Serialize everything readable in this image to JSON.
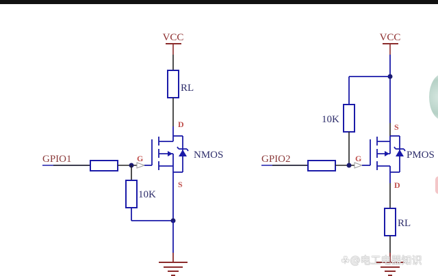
{
  "colors": {
    "wire": "#1a1aa8",
    "wire_dark": "#222222",
    "power": "#8b2a2a",
    "pin_label": "#c0504d",
    "component_label": "#2c2c6a",
    "net_label": "#8b3a3a"
  },
  "left_circuit": {
    "vcc_label": "VCC",
    "load_resistor_label": "RL",
    "drain_label": "D",
    "gate_label": "G",
    "source_label": "S",
    "transistor_label": "NMOS",
    "input_label": "GPIO1",
    "pulldown_label": "10K"
  },
  "right_circuit": {
    "vcc_label": "VCC",
    "pullup_label": "10K",
    "source_label": "S",
    "gate_label": "G",
    "drain_label": "D",
    "transistor_label": "PMOS",
    "input_label": "GPIO2",
    "load_resistor_label": "RL"
  },
  "watermark": "☘@电工电器知识"
}
